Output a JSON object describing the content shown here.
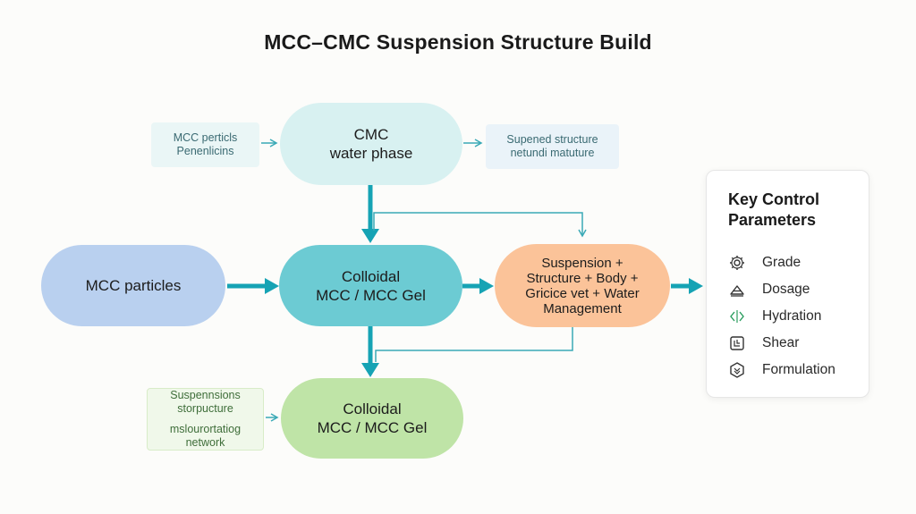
{
  "title": "MCC–CMC Suspension Structure Build",
  "nodes": {
    "cmc": {
      "line1": "CMC",
      "line2": "water phase"
    },
    "mcc_particles": {
      "label": "MCC particles"
    },
    "colloidal_top": {
      "line1": "Colloidal",
      "line2": "MCC / MCC Gel"
    },
    "suspension": {
      "line1": "Suspension +",
      "line2": "Structure + Body +",
      "line3": "Gricice vet + Water",
      "line4": "Management"
    },
    "colloidal_bottom": {
      "line1": "Colloidal",
      "line2": "MCC / MCC Gel"
    }
  },
  "notes": {
    "top_left": {
      "line1": "MCC perticls",
      "line2": "Penenlicins"
    },
    "top_right": {
      "line1": "Supened structure",
      "line2": "netundi matuture"
    },
    "bottom_left": {
      "line1": "Suspennsions",
      "line2": "storpucture",
      "line3": "mslourortatiog",
      "line4": "network"
    }
  },
  "params": {
    "title": "Key Control Parameters",
    "items": [
      {
        "label": "Grade",
        "icon": "gear-icon"
      },
      {
        "label": "Dosage",
        "icon": "dosage-icon"
      },
      {
        "label": "Hydration",
        "icon": "hydration-icon"
      },
      {
        "label": "Shear",
        "icon": "shear-icon"
      },
      {
        "label": "Formulation",
        "icon": "formulation-icon"
      }
    ]
  },
  "colors": {
    "arrow": "#16a3b4",
    "thin_arrow": "#3aa9b6",
    "cmc_fill": "#d8f1f1",
    "mcc_fill": "#b9d0ef",
    "colloidal_fill": "#6ccbd3",
    "suspension_fill": "#fbc399",
    "bottom_fill": "#bfe4a7"
  }
}
